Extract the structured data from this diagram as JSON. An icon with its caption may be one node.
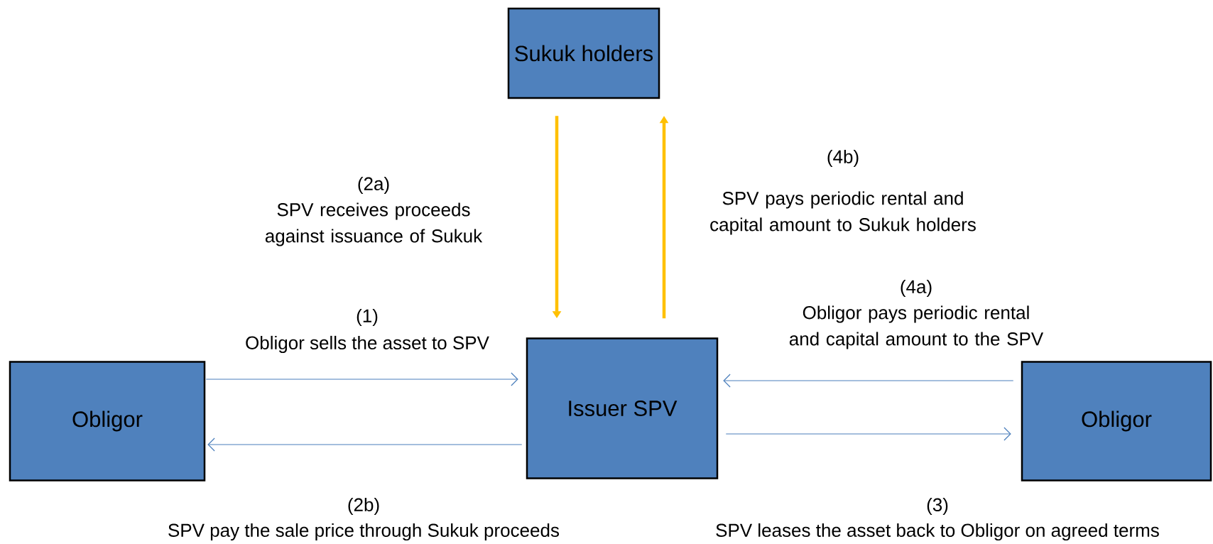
{
  "diagram": {
    "nodes": [
      {
        "text": [
          "Sukuk holders"
        ]
      },
      {
        "text": [
          "Obligor"
        ]
      },
      {
        "text": [
          "Issuer SPV"
        ]
      },
      {
        "text": [
          "Obligor"
        ]
      }
    ],
    "edges": [
      {
        "from": 0,
        "to": 2,
        "arrow": "to",
        "label": "SPV receives proceeds against issuance of Sukuk",
        "style": "thick",
        "color": "#ffc000"
      },
      {
        "from": 2,
        "to": 0,
        "arrow": "to",
        "label": "SPV pays periodic rental and capital amount to Sukuk holders",
        "style": "thick",
        "color": "#ffc000"
      },
      {
        "from": 1,
        "to": 2,
        "arrow": "to",
        "label": "Obligor sells the asset to SPV"
      },
      {
        "from": 2,
        "to": 1,
        "arrow": "to",
        "label": "SPV pay the sale price through Sukuk proceeds"
      },
      {
        "from": 3,
        "to": 2,
        "arrow": "to",
        "label": "Obligor pays periodic rental and capital amount to the SPV"
      },
      {
        "from": 2,
        "to": 3,
        "arrow": "to",
        "label": "SPV leases the asset back to Obligor on agreed terms"
      }
    ],
    "labels": [
      "(4b)",
      "(2a)",
      "(4a)",
      "(1)",
      "(2b)",
      "(3)"
    ]
  }
}
